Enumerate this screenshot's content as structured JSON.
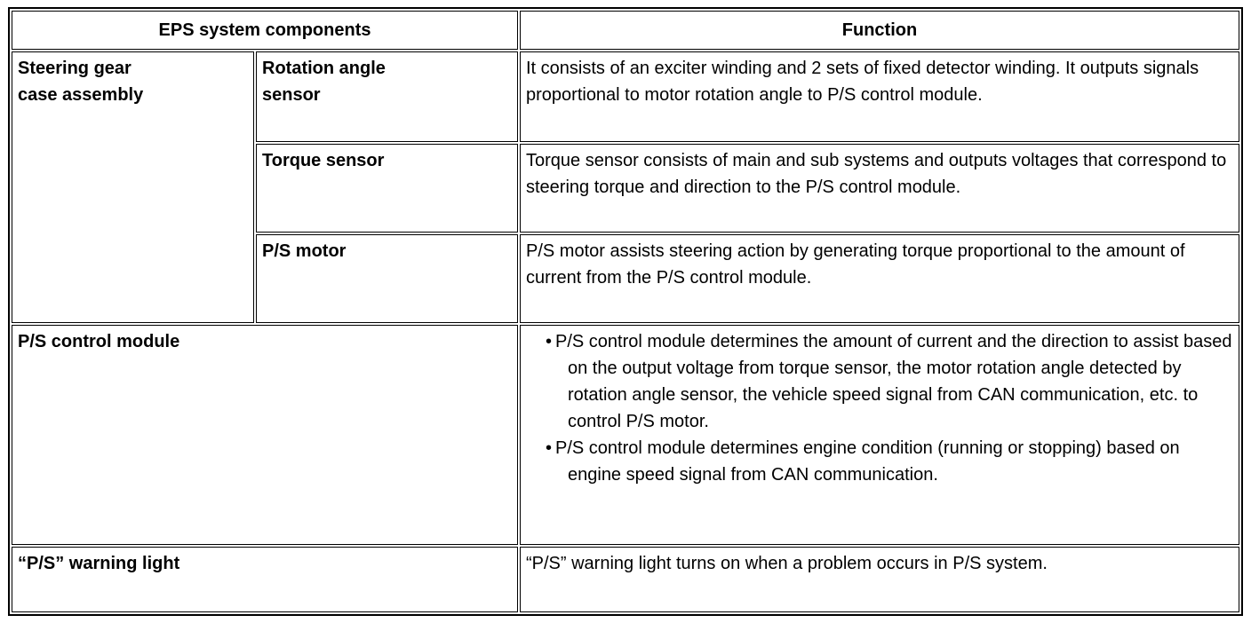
{
  "table": {
    "colors": {
      "border": "#000000",
      "text": "#000000",
      "background": "#ffffff"
    },
    "headers": {
      "components": "EPS system components",
      "function": "Function"
    },
    "rows": {
      "0": {
        "group": "Steering gear case assembly",
        "items": {
          "0": {
            "component": "Rotation angle sensor",
            "function": "It consists of an exciter winding and 2 sets of fixed detector winding. It outputs signals proportional to motor rotation angle to P/S control module."
          },
          "1": {
            "component": "Torque sensor",
            "function": "Torque sensor consists of main and sub systems and outputs voltages that correspond to steering torque and direction to the P/S control module."
          },
          "2": {
            "component": "P/S motor",
            "function": "P/S motor assists steering action by generating torque proportional to the amount of current from the P/S control module."
          }
        }
      },
      "1": {
        "component": "P/S control module",
        "function_bullets": {
          "0": "P/S control module determines the amount of current and the direction to assist based on the output voltage from torque sensor, the motor rotation angle detected by rotation angle sensor, the vehicle speed signal from CAN communication, etc. to control P/S motor.",
          "1": "P/S control module determines engine condition (running or stopping) based on engine speed signal from CAN communication."
        }
      },
      "2": {
        "component": "“P/S” warning light",
        "function": "“P/S” warning light turns on when a problem occurs in P/S system."
      }
    }
  }
}
